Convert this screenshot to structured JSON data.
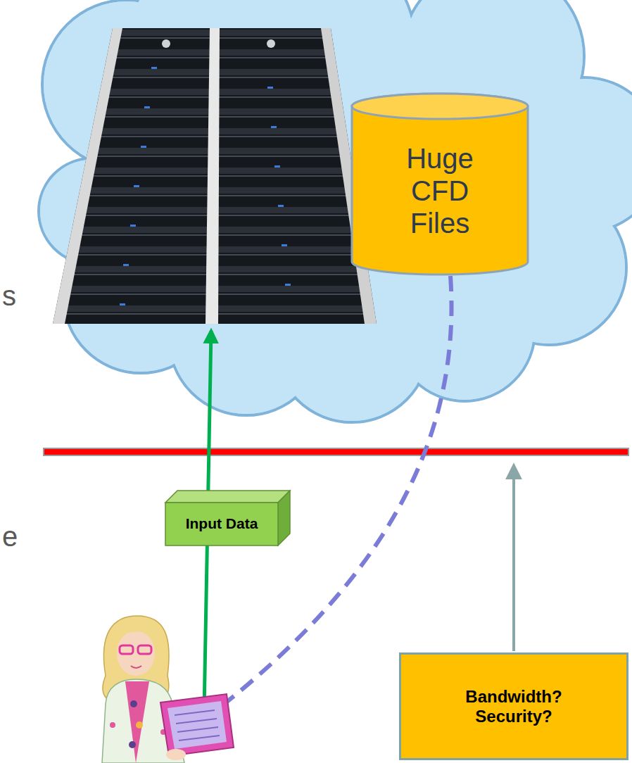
{
  "diagram": {
    "nodes": [
      {
        "text": [
          "Huge CFD Files"
        ]
      },
      {
        "text": [
          "Input Data"
        ]
      },
      {
        "text": [
          "Bandwidth? Security?"
        ]
      }
    ],
    "labels": [
      "s",
      "e"
    ]
  }
}
